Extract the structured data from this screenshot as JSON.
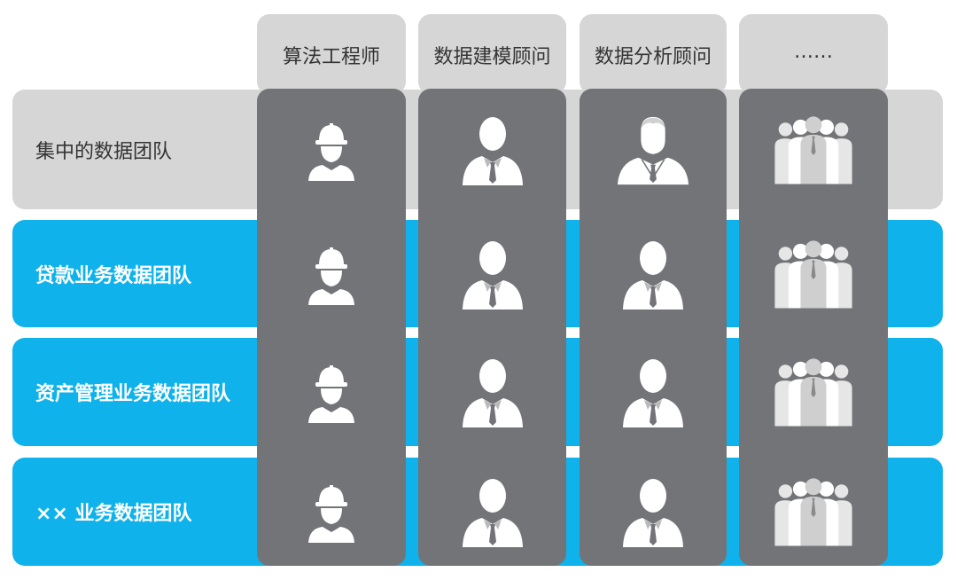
{
  "columns": [
    {
      "label": "算法工程师",
      "icon": "construction-worker-icon"
    },
    {
      "label": "数据建模顾问",
      "icon": "businessman-icon"
    },
    {
      "label": "数据分析顾问",
      "icon": "consultant-icon"
    },
    {
      "label": "……",
      "icon": "team-group-icon"
    }
  ],
  "rows": [
    {
      "label": "集中的数据团队",
      "style": "gray"
    },
    {
      "label": "贷款业务数据团队",
      "style": "blue"
    },
    {
      "label": "资产管理业务数据团队",
      "style": "blue"
    },
    {
      "label": "×× 业务数据团队",
      "style": "blue"
    }
  ],
  "colors": {
    "header_gray": "#d6d6d6",
    "column_dark": "#737478",
    "row_blue": "#0fb2ea",
    "icon_white": "#ffffff"
  }
}
